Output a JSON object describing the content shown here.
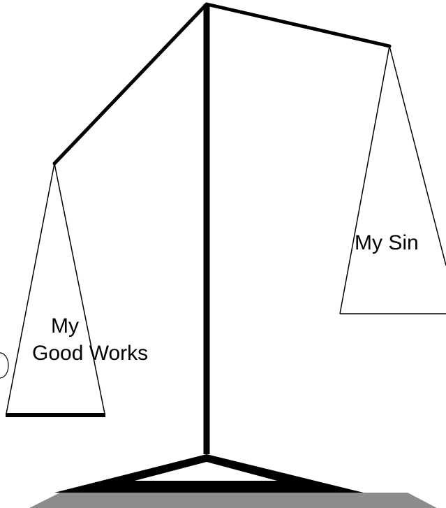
{
  "diagram": {
    "left_pan": {
      "label_line1": "My",
      "label_line2": "Good Works"
    },
    "right_pan": {
      "label": "My Sin"
    },
    "colors": {
      "ink": "#000000",
      "base_shadow": "#8c8c8c",
      "background": "#ffffff"
    }
  }
}
